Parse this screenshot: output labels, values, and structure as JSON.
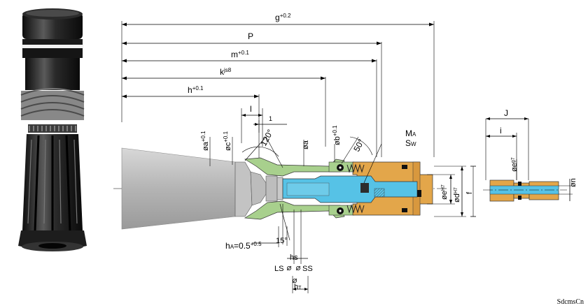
{
  "dimensions": {
    "g": "g",
    "g_tol": "+0.2",
    "P": "P",
    "m": "m",
    "m_tol": "+0.1",
    "k": "k",
    "k_tol": "js8",
    "h": "h",
    "h_tol": "+0.1",
    "l": "l",
    "one": "1",
    "angle120": "120°",
    "angle50": "50°",
    "a": "øa",
    "a_tol": "+0.1",
    "c": "øc",
    "c_tol": "+0.1",
    "a2": "øa",
    "b": "øb",
    "b_tol": "+0.1",
    "MA_main": "M",
    "MA_sub": "A",
    "SW_main": "S",
    "SW_sub": "W",
    "e": "øe",
    "e_tol": "H7",
    "d": "ød",
    "d_tol": "H7",
    "f": "f",
    "hA_main": "h",
    "hA_sub": "A",
    "hA_value": "=0.5",
    "hA_tol": "+0.5",
    "angle15": "15°",
    "hs": "hs",
    "LS": "LS",
    "SS": "SS",
    "hT_main": "h",
    "hT_sub": "T",
    "J": "J",
    "i": "i",
    "e2": "øe",
    "e2_tol": "g7",
    "n": "øn"
  },
  "colors": {
    "gray": "#c8c8c8",
    "green": "#a8d08d",
    "orange": "#e3a64a",
    "blue": "#56c2e6",
    "black": "#1a1a1a"
  },
  "watermark": "SdcmsCn"
}
